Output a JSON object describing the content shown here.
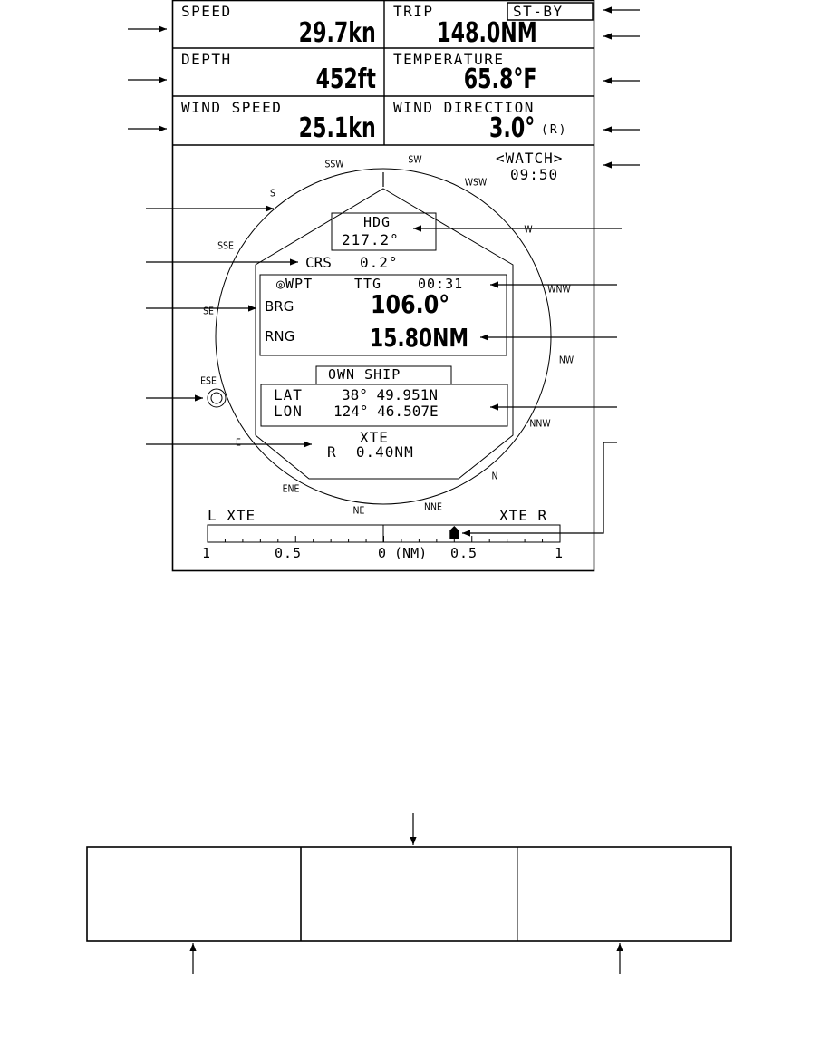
{
  "top_panel": {
    "speed": {
      "label": "SPEED",
      "value": "29.7kn"
    },
    "trip": {
      "label": "TRIP",
      "value": "148.0NM"
    },
    "status": "ST-BY",
    "depth": {
      "label": "DEPTH",
      "value": "452ft"
    },
    "temperature": {
      "label": "TEMPERATURE",
      "value": "65.8°F"
    },
    "wind_speed": {
      "label": "WIND SPEED",
      "value": "25.1kn"
    },
    "wind_direction": {
      "label": "WIND DIRECTION",
      "value": "3.0°",
      "suffix": "(R)"
    }
  },
  "watch": {
    "label": "<WATCH>",
    "time": "09:50"
  },
  "compass_points": [
    "SSW",
    "SW",
    "WSW",
    "S",
    "W",
    "SSE",
    "WNW",
    "SE",
    "NW",
    "ESE",
    "NNW",
    "E",
    "N",
    "ENE",
    "NE",
    "NNE"
  ],
  "heading": {
    "label": "HDG",
    "value": "217.2°"
  },
  "course": {
    "label": "CRS",
    "value": "0.2°"
  },
  "waypoint": {
    "label": "◎WPT",
    "ttg_label": "TTG",
    "ttg": "00:31"
  },
  "bearing": {
    "label": "BRG",
    "value": "106.0°"
  },
  "range": {
    "label": "RNG",
    "value": "15.80NM"
  },
  "own_ship": {
    "label": "OWN SHIP",
    "lat_label": "LAT",
    "lat": "38° 49.951N",
    "lon_label": "LON",
    "lon": "124° 46.507E"
  },
  "xte": {
    "label": "XTE",
    "value": "R  0.40NM"
  },
  "xte_bar": {
    "left_label": "L XTE",
    "right_label": "XTE R",
    "scale": [
      "1",
      "0.5",
      "0 (NM)",
      "0.5",
      "1"
    ],
    "marker_value": 0.4
  }
}
